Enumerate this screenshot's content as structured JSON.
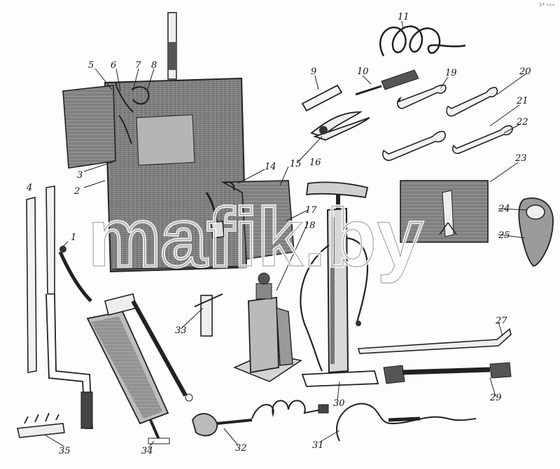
{
  "watermark": "mafik.by",
  "corner_mark": "1ª «««",
  "callouts": [
    {
      "id": "1",
      "text": "1"
    },
    {
      "id": "2",
      "text": "2"
    },
    {
      "id": "3",
      "text": "3"
    },
    {
      "id": "4",
      "text": "4"
    },
    {
      "id": "5",
      "text": "5"
    },
    {
      "id": "6",
      "text": "6"
    },
    {
      "id": "7",
      "text": "7"
    },
    {
      "id": "8",
      "text": "8"
    },
    {
      "id": "9",
      "text": "9"
    },
    {
      "id": "10",
      "text": "10"
    },
    {
      "id": "11",
      "text": "11"
    },
    {
      "id": "14",
      "text": "14"
    },
    {
      "id": "15",
      "text": "15"
    },
    {
      "id": "16",
      "text": "16"
    },
    {
      "id": "17",
      "text": "17"
    },
    {
      "id": "18",
      "text": "18"
    },
    {
      "id": "19",
      "text": "19"
    },
    {
      "id": "20",
      "text": "20"
    },
    {
      "id": "21",
      "text": "21"
    },
    {
      "id": "22",
      "text": "22"
    },
    {
      "id": "23",
      "text": "23"
    },
    {
      "id": "24",
      "text": "24"
    },
    {
      "id": "25",
      "text": "25"
    },
    {
      "id": "27",
      "text": "27"
    },
    {
      "id": "29",
      "text": "29"
    },
    {
      "id": "30",
      "text": "30"
    },
    {
      "id": "31",
      "text": "31"
    },
    {
      "id": "32",
      "text": "32"
    },
    {
      "id": "33",
      "text": "33"
    },
    {
      "id": "34",
      "text": "34"
    },
    {
      "id": "35",
      "text": "35"
    }
  ]
}
